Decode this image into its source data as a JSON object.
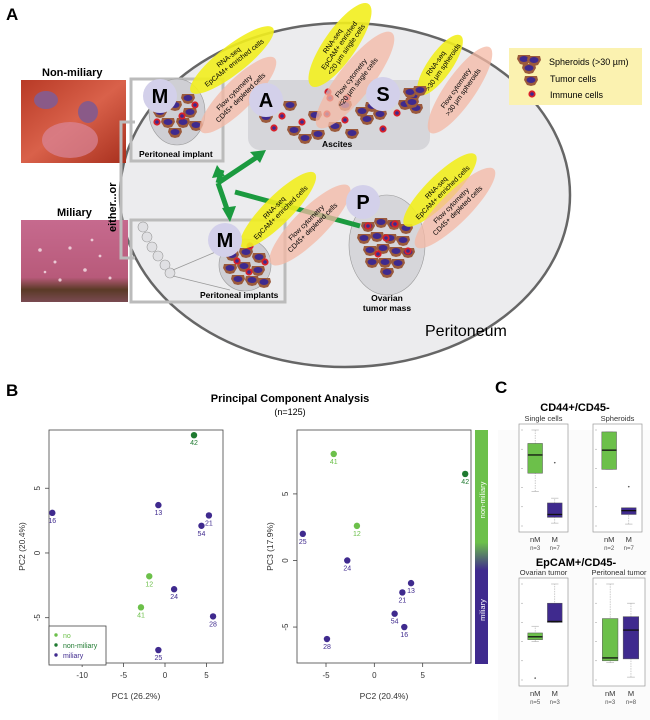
{
  "panel_a": {
    "label": "A",
    "photos": {
      "non_miliary_title": "Non-miliary",
      "miliary_title": "Miliary",
      "either_or": "either...or"
    },
    "sites": {
      "M": "M",
      "A": "A",
      "S": "S",
      "P": "P"
    },
    "labels": {
      "peritoneal_implant": "Peritoneal implant",
      "peritoneal_implants": "Peritoneal implants",
      "ascites": "Ascites",
      "ovarian_mass_line1": "Ovarian",
      "ovarian_mass_line2": "tumor mass",
      "peritoneum": "Peritoneum"
    },
    "assays": {
      "m_top_rna": [
        "RNA-seq",
        "EpCAM+ enriched cells"
      ],
      "m_top_flow": [
        "Flow cytometry",
        "CD45+ depleted cells"
      ],
      "a_rna": [
        "RNA-seq",
        "EpCAM+ enriched",
        "<20 µm single cells"
      ],
      "a_flow": [
        "Flow cytometry",
        "<20 µm single cells"
      ],
      "s_rna": [
        "RNA-seq",
        ">30 µm spheroids"
      ],
      "s_flow": [
        "Flow cytometry",
        ">30 µm spheroids"
      ],
      "p_rna": [
        "RNA-seq",
        "EpCAM+ enriched cells"
      ],
      "p_flow": [
        "Flow cytometry",
        "CD45+ depleted cells"
      ],
      "m_bot_rna": [
        "RNA-seq",
        "EpCAM+ enriched cells"
      ],
      "m_bot_flow": [
        "Flow cytometry",
        "CD45+ depleted cells"
      ]
    },
    "legend": {
      "spheroids": "Spheroids (>30 µm)",
      "tumor_cells": "Tumor cells",
      "immune_cells": "Immune cells"
    },
    "colors": {
      "rna": "#f2ee1e",
      "flow": "#f4b8a4",
      "site_circle": "#d3d0ea",
      "arrow": "#1b9a3f",
      "tumor_body": "#9b5a3c",
      "nucleus": "#3f2a8e",
      "immune": "#d8202a",
      "legend_bg": "#fbf2b0"
    }
  },
  "panel_b": {
    "label": "B",
    "title": "Principal Component Analysis",
    "subtitle": "(n=125)",
    "legend": [
      "no",
      "non-miliary",
      "miliary"
    ],
    "colorbar_labels": [
      "non-miliary",
      "miliary"
    ]
  },
  "panel_c": {
    "label": "C",
    "group1_title": "CD44+/CD45-",
    "group2_title": "EpCAM+/CD45-"
  },
  "chart_data": [
    {
      "type": "scatter",
      "title": "Principal Component Analysis",
      "xlabel": "PC1 (26.2%)",
      "ylabel": "PC2 (20.4%)",
      "xlim": [
        -14,
        7
      ],
      "ylim": [
        -8.5,
        9.5
      ],
      "xticks": [
        -10,
        -5,
        0,
        5
      ],
      "yticks": [
        -5,
        0,
        5
      ],
      "legend_position": "bottom-left",
      "points": [
        {
          "label": "42",
          "x": 3.5,
          "y": 9.1,
          "group": "non-miliary"
        },
        {
          "label": "16",
          "x": -13.6,
          "y": 3.1,
          "group": "miliary"
        },
        {
          "label": "13",
          "x": -0.8,
          "y": 3.7,
          "group": "miliary"
        },
        {
          "label": "21",
          "x": 5.3,
          "y": 2.9,
          "group": "miliary"
        },
        {
          "label": "54",
          "x": 4.4,
          "y": 2.1,
          "group": "miliary"
        },
        {
          "label": "12",
          "x": -1.9,
          "y": -1.8,
          "group": "no"
        },
        {
          "label": "24",
          "x": 1.1,
          "y": -2.8,
          "group": "miliary"
        },
        {
          "label": "41",
          "x": -2.9,
          "y": -4.2,
          "group": "no"
        },
        {
          "label": "28",
          "x": 5.8,
          "y": -4.9,
          "group": "miliary"
        },
        {
          "label": "25",
          "x": -0.8,
          "y": -7.5,
          "group": "miliary"
        }
      ]
    },
    {
      "type": "scatter",
      "xlabel": "PC2 (20.4%)",
      "ylabel": "PC3 (17.9%)",
      "xlim": [
        -8,
        10
      ],
      "ylim": [
        -7.7,
        9.8
      ],
      "xticks": [
        -5,
        0,
        5
      ],
      "yticks": [
        -5,
        0,
        5
      ],
      "points": [
        {
          "label": "41",
          "x": -4.2,
          "y": 8.0,
          "group": "no"
        },
        {
          "label": "42",
          "x": 9.4,
          "y": 6.5,
          "group": "non-miliary"
        },
        {
          "label": "12",
          "x": -1.8,
          "y": 2.6,
          "group": "no"
        },
        {
          "label": "25",
          "x": -7.4,
          "y": 2.0,
          "group": "miliary"
        },
        {
          "label": "24",
          "x": -2.8,
          "y": 0.0,
          "group": "miliary"
        },
        {
          "label": "13",
          "x": 3.8,
          "y": -1.7,
          "group": "miliary"
        },
        {
          "label": "21",
          "x": 2.9,
          "y": -2.4,
          "group": "miliary"
        },
        {
          "label": "54",
          "x": 2.1,
          "y": -4.0,
          "group": "miliary"
        },
        {
          "label": "16",
          "x": 3.1,
          "y": -5.0,
          "group": "miliary"
        },
        {
          "label": "28",
          "x": -4.9,
          "y": -5.9,
          "group": "miliary"
        }
      ]
    },
    {
      "type": "box",
      "title": "Single cells",
      "group": "CD44+/CD45-",
      "ylim": [
        0,
        1
      ],
      "boxes": [
        {
          "category": "nM",
          "n": "n=3",
          "whisker_low": 0.36,
          "q1": 0.55,
          "median": 0.74,
          "q3": 0.86,
          "whisker_high": 1.0,
          "outliers": []
        },
        {
          "category": "M",
          "n": "n=7",
          "whisker_low": 0.03,
          "q1": 0.09,
          "median": 0.12,
          "q3": 0.24,
          "whisker_high": 0.29,
          "outliers": [
            0.66
          ]
        }
      ],
      "group_colors": [
        "#6cc04a",
        "#3f2a8e"
      ]
    },
    {
      "type": "box",
      "title": "Spheroids",
      "group": "CD44+/CD45-",
      "ylim": [
        0,
        1
      ],
      "boxes": [
        {
          "category": "nM",
          "n": "n=2",
          "whisker_low": 0.59,
          "q1": 0.59,
          "median": 0.79,
          "q3": 0.98,
          "whisker_high": 0.98,
          "outliers": []
        },
        {
          "category": "M",
          "n": "n=7",
          "whisker_low": 0.02,
          "q1": 0.12,
          "median": 0.16,
          "q3": 0.19,
          "whisker_high": 0.19,
          "outliers": [
            0.41
          ]
        }
      ],
      "group_colors": [
        "#6cc04a",
        "#3f2a8e"
      ]
    },
    {
      "type": "box",
      "title": "Ovarian tumor",
      "group": "EpCAM+/CD45-",
      "ylim": [
        0,
        1
      ],
      "boxes": [
        {
          "category": "nM",
          "n": "n=5",
          "whisker_low": 0.4,
          "q1": 0.42,
          "median": 0.45,
          "q3": 0.49,
          "whisker_high": 0.56,
          "outliers": [
            0.02
          ]
        },
        {
          "category": "M",
          "n": "n=3",
          "whisker_low": 0.6,
          "q1": 0.6,
          "median": 0.61,
          "q3": 0.8,
          "whisker_high": 1.0,
          "outliers": []
        }
      ],
      "group_colors": [
        "#6cc04a",
        "#3f2a8e"
      ]
    },
    {
      "type": "box",
      "title": "Peritoneal tumor",
      "group": "EpCAM+/CD45-",
      "ylim": [
        0,
        1
      ],
      "boxes": [
        {
          "category": "nM",
          "n": "n=3",
          "whisker_low": 0.18,
          "q1": 0.2,
          "median": 0.23,
          "q3": 0.64,
          "whisker_high": 1.0,
          "outliers": []
        },
        {
          "category": "M",
          "n": "n=8",
          "whisker_low": 0.03,
          "q1": 0.22,
          "median": 0.52,
          "q3": 0.66,
          "whisker_high": 0.8,
          "outliers": []
        }
      ],
      "group_colors": [
        "#6cc04a",
        "#3f2a8e"
      ]
    }
  ],
  "group_colors": {
    "no": "#6cc04a",
    "non-miliary": "#1f7a30",
    "miliary": "#3f2a8e"
  }
}
